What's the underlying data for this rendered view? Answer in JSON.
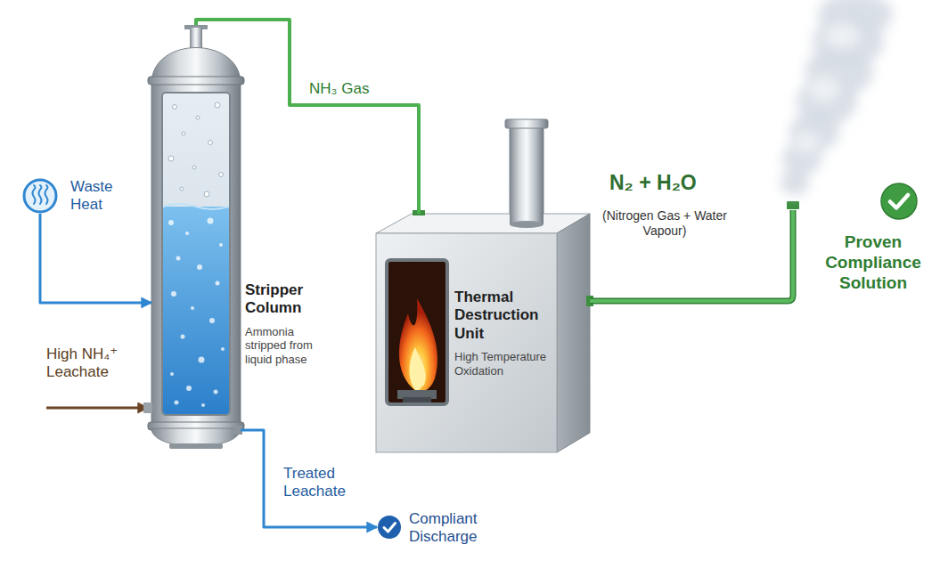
{
  "diagram": {
    "nodes": [
      {
        "text": [
          "Waste Heat"
        ]
      },
      {
        "text": [
          "Stripper Column",
          "Ammonia stripped from liquid phase"
        ]
      },
      {
        "text": [
          "Thermal Destruction Unit",
          "High Temperature Oxidation"
        ]
      },
      {
        "text": [
          "Compliant Discharge"
        ]
      },
      {
        "text": [
          "Proven Compliance Solution"
        ]
      }
    ],
    "edges": [
      {
        "from": 0,
        "to": 1,
        "arrow": "to"
      },
      {
        "from": 1,
        "to": 2,
        "label": "NH₃ Gas",
        "arrow": "none"
      },
      {
        "from": 1,
        "to": 3,
        "label": "Treated Leachate",
        "arrow": "to"
      }
    ],
    "labels": [
      "High NH₄⁺ Leachate",
      "N₂ + H₂O",
      "(Nitrogen Gas + Water Vapour)"
    ]
  }
}
